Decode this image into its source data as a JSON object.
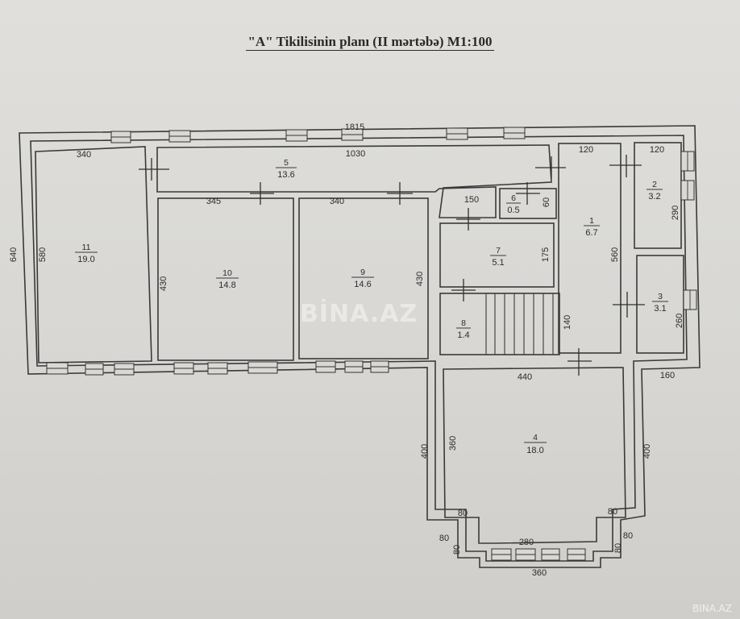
{
  "title": "\"A\" Tikilisinin planı (II mərtəbə) M1:100",
  "watermark": "BİNA.AZ",
  "watermark_corner": "BINA.AZ",
  "rooms": [
    {
      "number": "1",
      "area": "6.7"
    },
    {
      "number": "2",
      "area": "3.2"
    },
    {
      "number": "3",
      "area": "3.1"
    },
    {
      "number": "4",
      "area": "18.0"
    },
    {
      "number": "5",
      "area": "13.6"
    },
    {
      "number": "6",
      "area": "0.5"
    },
    {
      "number": "7",
      "area": "5.1"
    },
    {
      "number": "8",
      "area": "1.4"
    },
    {
      "number": "9",
      "area": "14.6"
    },
    {
      "number": "10",
      "area": "14.8"
    },
    {
      "number": "11",
      "area": "19.0"
    }
  ],
  "dimensions": {
    "overall_length": "1815",
    "corridor_length": "1030",
    "room11_width": "340",
    "room10_width": "345",
    "room9_width": "340",
    "room6_width": "150",
    "room6_depth": "60",
    "room1_width": "120",
    "room2_width": "120",
    "overall_depth": "640",
    "room11_depth": "580",
    "room10_depth": "430",
    "room9_depth": "430",
    "room7_depth": "175",
    "stair_depth": "140",
    "room1_depth": "560",
    "room2_depth": "290",
    "room3_depth": "260",
    "room4_width": "440",
    "side_offset": "160",
    "room4_depth": "360",
    "wing_left_depth": "400",
    "wing_right_depth": "400",
    "bay_left_offset": "80",
    "bay_right_offset": "80",
    "bay_inner_width": "280",
    "bay_outer_width": "360",
    "bay_left_outer": "80",
    "bay_left_side": "80",
    "bay_right_outer": "80",
    "bay_right_side": "80"
  }
}
